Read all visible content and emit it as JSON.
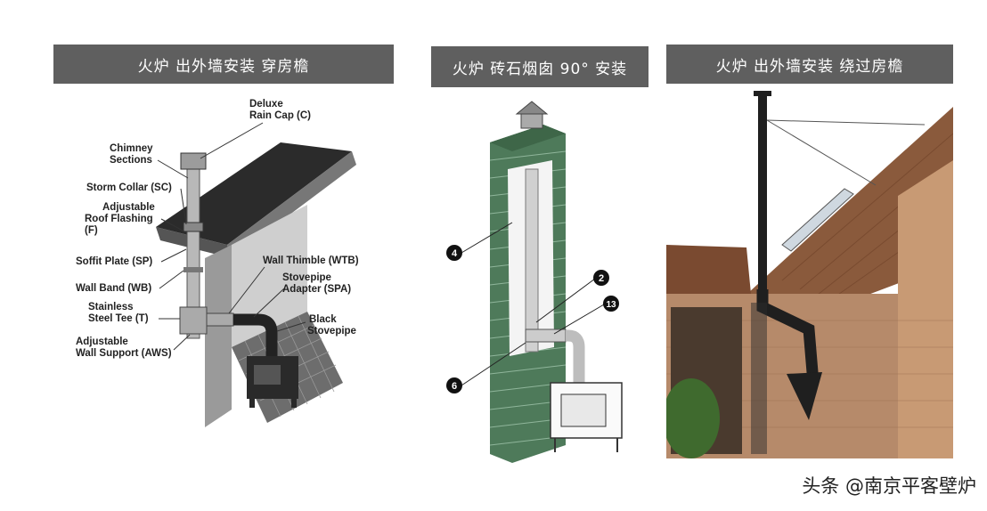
{
  "panels": [
    {
      "title": "火炉  出外墙安装  穿房檐"
    },
    {
      "title": "火炉  砖石烟囱 90°  安装"
    },
    {
      "title": "火炉  出外墙安装  绕过房檐"
    }
  ],
  "labels": {
    "rain_cap_1": "Deluxe",
    "rain_cap_2": "Rain Cap (C)",
    "chimney_1": "Chimney",
    "chimney_2": "Sections",
    "storm_collar": "Storm Collar (SC)",
    "flashing_1": "Adjustable",
    "flashing_2": "Roof Flashing",
    "flashing_3": "(F)",
    "soffit": "Soffit Plate (SP)",
    "wall_band": "Wall Band (WB)",
    "tee_1": "Stainless",
    "tee_2": "Steel Tee (T)",
    "aws_1": "Adjustable",
    "aws_2": "Wall Support (AWS)",
    "wtb": "Wall Thimble (WTB)",
    "spa_1": "Stovepipe",
    "spa_2": "Adapter (SPA)",
    "black_1": "Black",
    "black_2": "Stovepipe"
  },
  "callouts": [
    "4",
    "2",
    "13",
    "6"
  ],
  "watermark": "头条 @南京平客壁炉"
}
